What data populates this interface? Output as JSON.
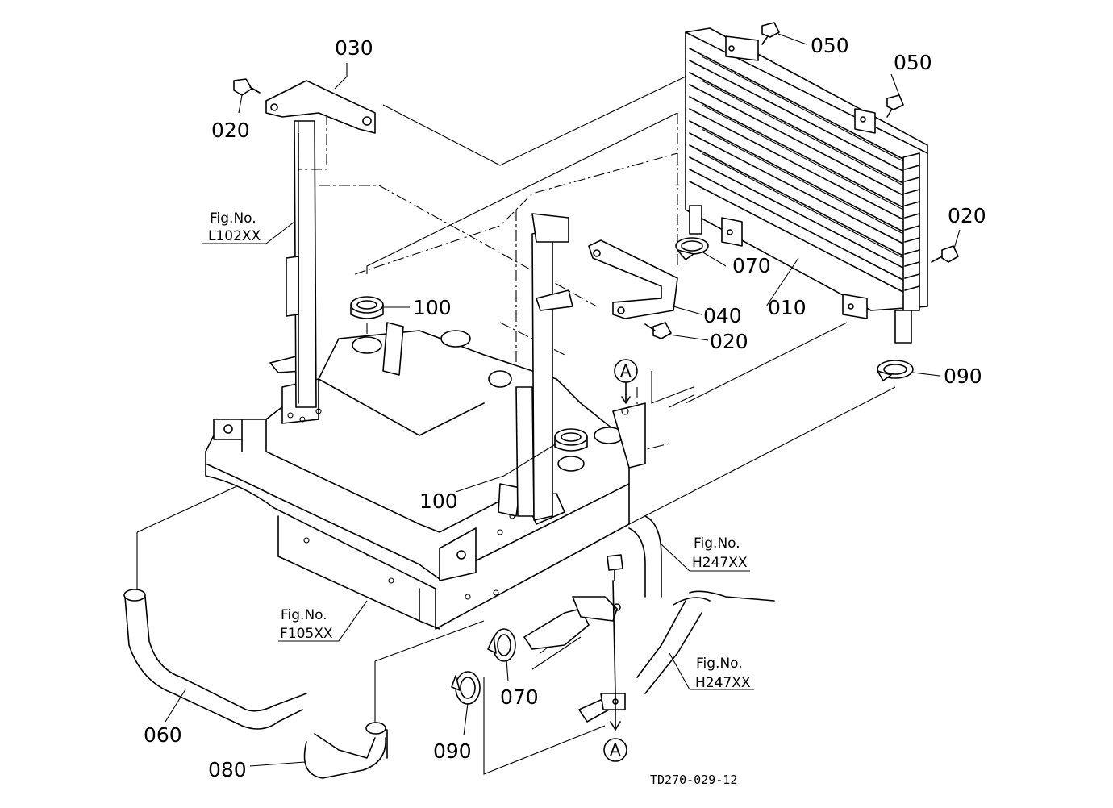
{
  "diagram": {
    "part_labels": {
      "p030": "030",
      "p020_a": "020",
      "p050_a": "050",
      "p050_b": "050",
      "p020_b": "020",
      "p070_a": "070",
      "p010": "010",
      "p040": "040",
      "p020_c": "020",
      "p100_a": "100",
      "p090_a": "090",
      "p100_b": "100",
      "p060": "060",
      "p080": "080",
      "p090_b": "090",
      "p070_b": "070"
    },
    "figure_refs": {
      "l102": [
        "Fig.No.",
        "L102XX"
      ],
      "h247_a": [
        "Fig.No.",
        "H247XX"
      ],
      "h247_b": [
        "Fig.No.",
        "H247XX"
      ],
      "f105": [
        "Fig.No.",
        "F105XX"
      ]
    },
    "connection_marker": "A",
    "drawing_code": "TD270-029-12"
  }
}
